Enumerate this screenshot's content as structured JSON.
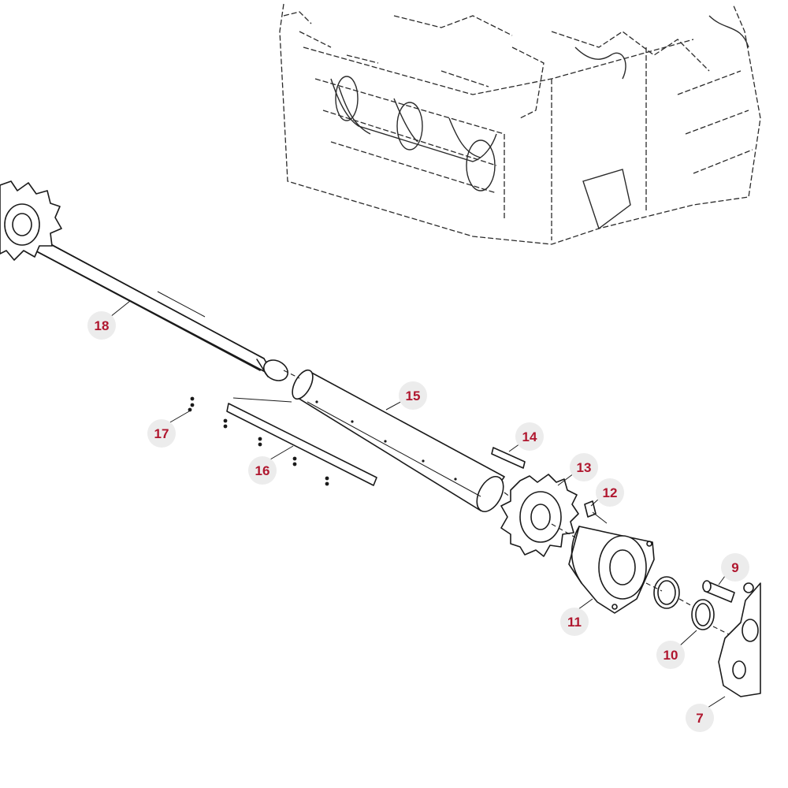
{
  "diagram": {
    "callouts": [
      {
        "id": "18",
        "label": "18"
      },
      {
        "id": "17",
        "label": "17"
      },
      {
        "id": "16",
        "label": "16"
      },
      {
        "id": "15",
        "label": "15"
      },
      {
        "id": "14",
        "label": "14"
      },
      {
        "id": "13",
        "label": "13"
      },
      {
        "id": "12",
        "label": "12"
      },
      {
        "id": "11",
        "label": "11"
      },
      {
        "id": "10",
        "label": "10"
      },
      {
        "id": "9",
        "label": "9"
      },
      {
        "id": "7",
        "label": "7"
      }
    ],
    "colors": {
      "callout_text": "#b0172f",
      "callout_background": "#ececec",
      "line_art": "#1a1a1a"
    }
  }
}
